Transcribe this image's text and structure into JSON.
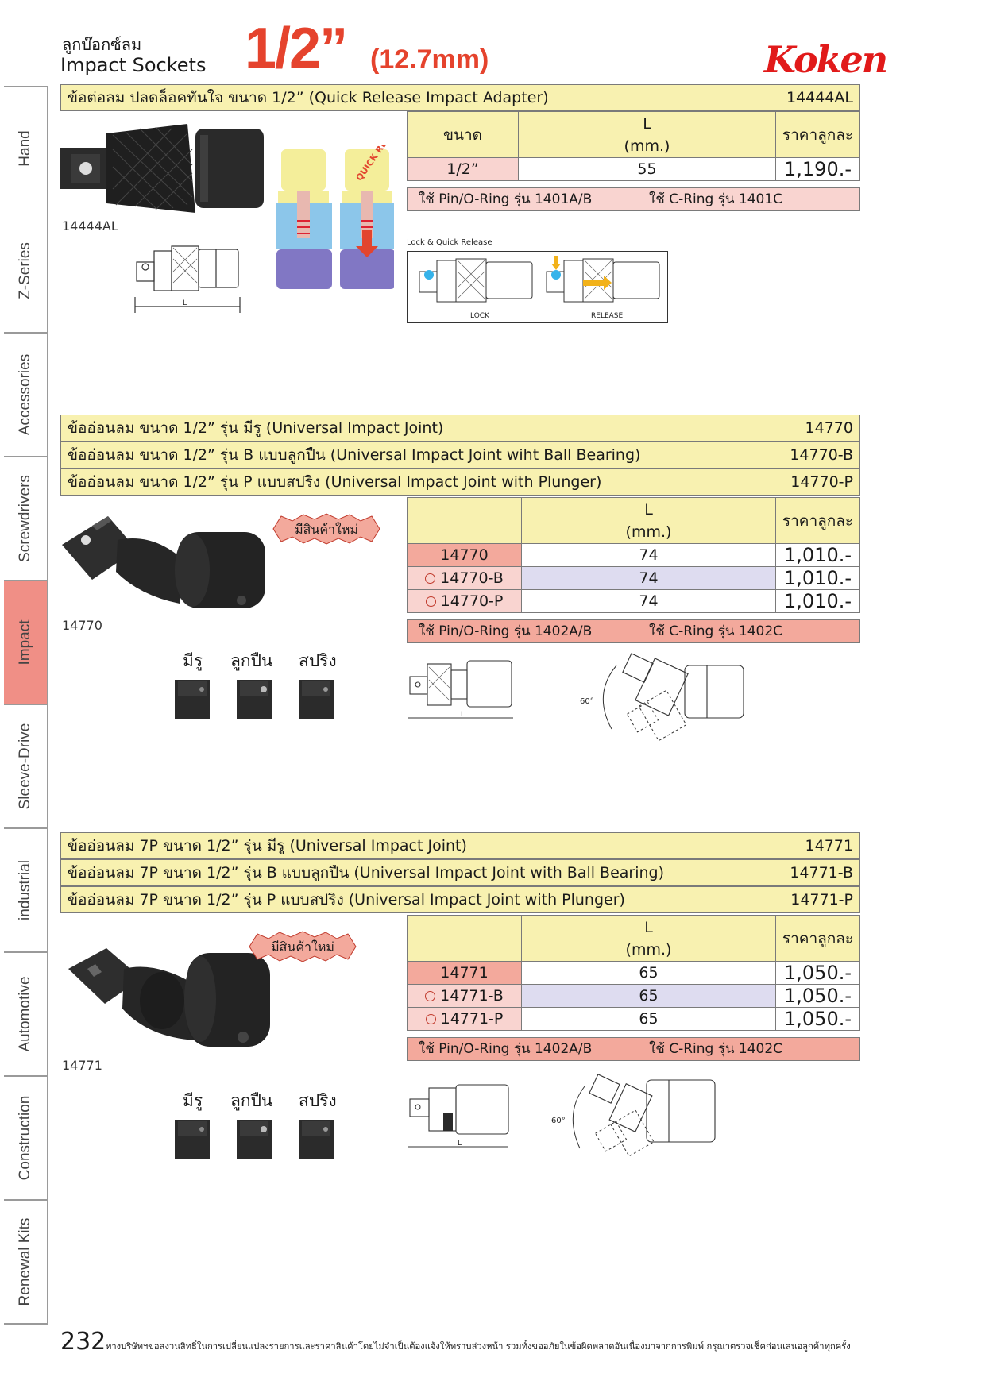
{
  "header": {
    "title_th": "ลูกบ๊อกซ์ลม",
    "title_en": "Impact Sockets",
    "size": "1/2”",
    "size_mm": "(12.7mm)",
    "brand": "Koken"
  },
  "sidebar": {
    "tabs": [
      "Hand",
      "Z-Series",
      "Accessories",
      "Screwdrivers",
      "Impact",
      "Sleeve-Drive",
      "industrial",
      "Automotive",
      "Construction",
      "Renewal Kits"
    ],
    "active": "Impact"
  },
  "section1": {
    "title": "ข้อต่อลม ปลดล็อคทันใจ ขนาด 1/2” (Quick Release Impact Adapter)",
    "code": "14444AL",
    "image_label": "14444AL",
    "quick_release_text": "QUICK RELEASE",
    "diagram_title": "Lock   &  Quick   Release",
    "diagram_lock": "LOCK",
    "diagram_release": "RELEASE",
    "dim_label": "L",
    "table": {
      "col_size": "ขนาด",
      "col_L": "L",
      "col_L_unit": "(mm.)",
      "col_price": "ราคาลูกละ",
      "rows": [
        {
          "size": "1/2”",
          "L": "55",
          "price": "1,190.-"
        }
      ]
    },
    "ring_pin": "ใช้ Pin/O-Ring รุ่น 1401A/B",
    "ring_c": "ใช้ C-Ring รุ่น 1401C"
  },
  "section2": {
    "titles": [
      {
        "text": "ข้ออ่อนลม ขนาด 1/2” รุ่น มีรู (Universal Impact Joint)",
        "code": "14770"
      },
      {
        "text": "ข้ออ่อนลม ขนาด 1/2” รุ่น B แบบลูกปืน (Universal Impact Joint wiht Ball Bearing)",
        "code": "14770-B"
      },
      {
        "text": "ข้ออ่อนลม ขนาด 1/2” รุ่น P แบบสปริง (Universal Impact Joint with Plunger)",
        "code": "14770-P"
      }
    ],
    "new_badge": "มีสินค้าใหม่",
    "image_label": "14770",
    "joint_types": [
      "มีรู",
      "ลูกปืน",
      "สปริง"
    ],
    "angle_label": "60°",
    "dim_label": "L",
    "table": {
      "col_L": "L",
      "col_L_unit": "(mm.)",
      "col_price": "ราคาลูกละ",
      "rows": [
        {
          "code": "14770",
          "L": "74",
          "price": "1,010.-",
          "new": false
        },
        {
          "code": "14770-B",
          "L": "74",
          "price": "1,010.-",
          "new": true
        },
        {
          "code": "14770-P",
          "L": "74",
          "price": "1,010.-",
          "new": true
        }
      ]
    },
    "ring_pin": "ใช้ Pin/O-Ring รุ่น 1402A/B",
    "ring_c": "ใช้ C-Ring รุ่น 1402C"
  },
  "section3": {
    "titles": [
      {
        "text": "ข้ออ่อนลม 7P ขนาด 1/2” รุ่น มีรู (Universal Impact Joint)",
        "code": "14771"
      },
      {
        "text": "ข้ออ่อนลม 7P ขนาด 1/2” รุ่น B แบบลูกปืน (Universal Impact Joint with Ball Bearing)",
        "code": "14771-B"
      },
      {
        "text": "ข้ออ่อนลม 7P ขนาด 1/2” รุ่น P แบบสปริง (Universal Impact Joint with Plunger)",
        "code": "14771-P"
      }
    ],
    "new_badge": "มีสินค้าใหม่",
    "image_label": "14771",
    "joint_types": [
      "มีรู",
      "ลูกปืน",
      "สปริง"
    ],
    "angle_label": "60°",
    "dim_label": "L",
    "table": {
      "col_L": "L",
      "col_L_unit": "(mm.)",
      "col_price": "ราคาลูกละ",
      "rows": [
        {
          "code": "14771",
          "L": "65",
          "price": "1,050.-",
          "new": false
        },
        {
          "code": "14771-B",
          "L": "65",
          "price": "1,050.-",
          "new": true
        },
        {
          "code": "14771-P",
          "L": "65",
          "price": "1,050.-",
          "new": true
        }
      ]
    },
    "ring_pin": "ใช้ Pin/O-Ring รุ่น 1402A/B",
    "ring_c": "ใช้ C-Ring รุ่น 1402C"
  },
  "footer": {
    "page_number": "232",
    "disclaimer": "ทางบริษัทฯขอสงวนสิทธิ์ในการเปลี่ยนแปลงรายการและราคาสินค้าโดยไม่จำเป็นต้องแจ้งให้ทราบล่วงหน้า รวมทั้งขออภัยในข้อผิดพลาดอันเนื่องมาจากการพิมพ์ กรุณาตรวจเช็คก่อนเสนอลูกค้าทุกครั้ง"
  },
  "colors": {
    "title_bg": "#f8f1b0",
    "accent_red": "#e5432d",
    "pink_cell": "#f9d4d0",
    "salmon_cell": "#f3a99c",
    "lavender_cell": "#dedcf0",
    "active_tab": "#f08f86"
  }
}
